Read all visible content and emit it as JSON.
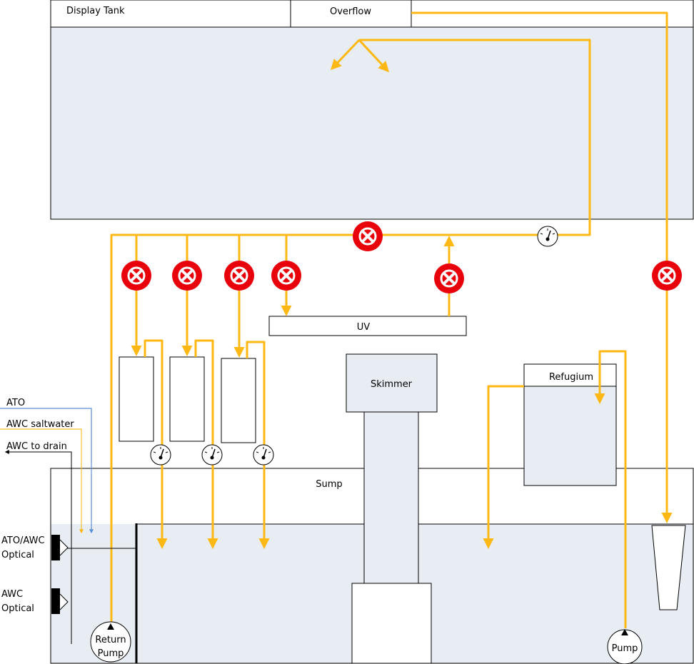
{
  "labels": {
    "display_tank": "Display Tank",
    "overflow": "Overflow",
    "uv": "UV",
    "skimmer": "Skimmer",
    "refugium": "Refugium",
    "sump": "Sump",
    "ato": "ATO",
    "awc_saltwater": "AWC saltwater",
    "awc_to_drain": "AWC to drain",
    "ato_awc_optical_1": "ATO/AWC",
    "ato_awc_optical_2": "Optical",
    "awc_optical_1": "AWC",
    "awc_optical_2": "Optical",
    "return_pump_1": "Return",
    "return_pump_2": "Pump",
    "pump": "Pump"
  },
  "colors": {
    "flow_line": "#FDB813",
    "valve": "#E8000B",
    "water": "#E8ECF3",
    "ato_line": "#5B8FD6",
    "awc_saltwater_line": "#F2C12E",
    "outline": "#000000"
  },
  "icons": {
    "valve": "valve-icon",
    "gauge": "gauge-icon",
    "optical_sensor": "optical-sensor-icon"
  }
}
